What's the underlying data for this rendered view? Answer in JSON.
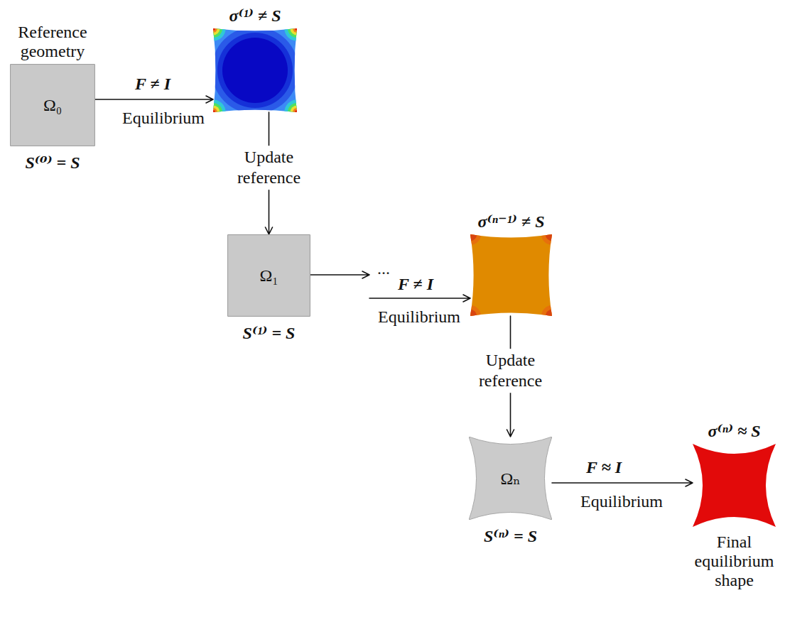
{
  "diagram": {
    "nodes": [
      {
        "text": [
          "Reference geometry",
          "Ω₀",
          "S⁽⁰⁾ = S"
        ]
      },
      {
        "text": [
          "σ⁽¹⁾ ≠ S"
        ]
      },
      {
        "text": [
          "Ω₁",
          "S⁽¹⁾ = S"
        ]
      },
      {
        "text": [
          "σ⁽ⁿ⁻¹⁾ ≠ S"
        ]
      },
      {
        "text": [
          "Ωₙ",
          "S⁽ⁿ⁾ = S"
        ]
      },
      {
        "text": [
          "σ⁽ⁿ⁾ ≈ S",
          "Final equilibrium shape"
        ]
      }
    ],
    "edges": [
      {
        "from": 0,
        "to": 1,
        "arrow": "to",
        "label": "F ≠ I"
      },
      {
        "from": 1,
        "to": 2,
        "arrow": "to",
        "label": "Update reference"
      },
      {
        "from": 2,
        "to": 3,
        "arrow": "to",
        "label": "F ≠ I"
      },
      {
        "from": 3,
        "to": 4,
        "arrow": "to",
        "label": "Update reference"
      },
      {
        "from": 4,
        "to": 5,
        "arrow": "to",
        "label": "F ≈ I"
      }
    ],
    "labels": [
      "Equilibrium",
      "...",
      "Equilibrium",
      "Equilibrium"
    ]
  }
}
